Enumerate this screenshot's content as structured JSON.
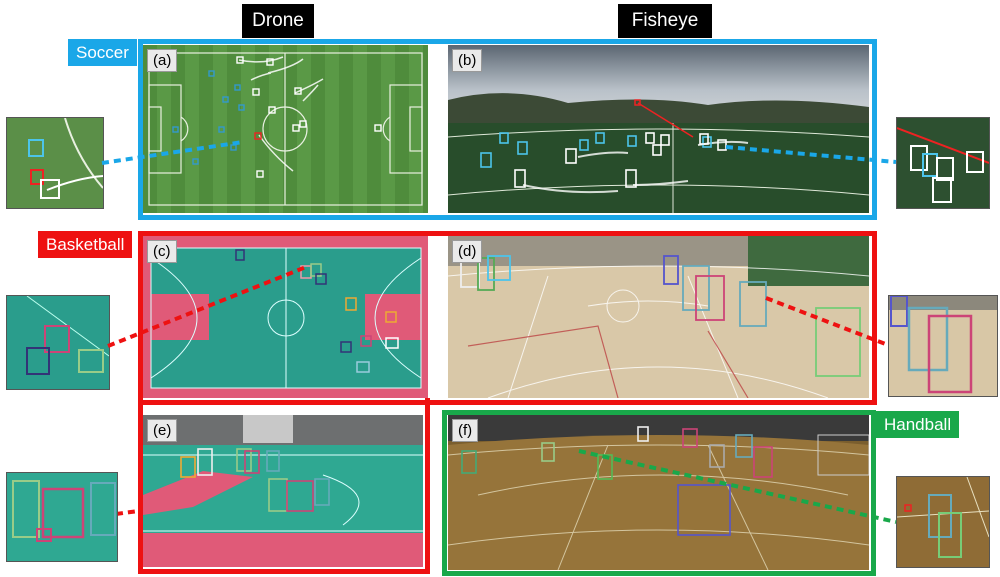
{
  "column_headers": {
    "drone": "Drone",
    "fisheye": "Fisheye"
  },
  "sports": {
    "soccer": "Soccer",
    "basketball": "Basketball",
    "handball": "Handball"
  },
  "panels": {
    "a": "(a)",
    "b": "(b)",
    "c": "(c)",
    "d": "(d)",
    "e": "(e)",
    "f": "(f)"
  },
  "colors": {
    "soccer": "#1aa7e8",
    "basketball": "#ee1111",
    "handball": "#19a84a",
    "player_box_soccer": "#4cc4ea",
    "player_box_white": "#ffffff"
  }
}
